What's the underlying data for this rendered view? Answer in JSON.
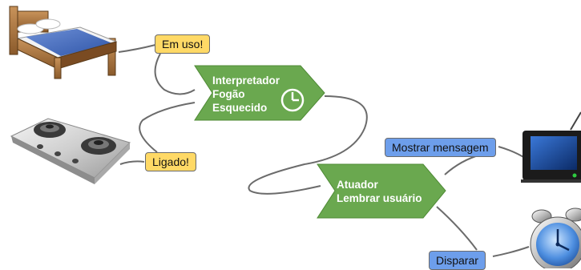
{
  "labels": {
    "in_use": "Em uso!",
    "on": "Ligado!",
    "show_message": "Mostrar mensagem",
    "trigger": "Disparar"
  },
  "processes": {
    "interpreter": {
      "line1": "Interpretador",
      "line2": "Fogão",
      "line3": "Esquecido",
      "icon": "clock-icon"
    },
    "actuator": {
      "line1": "Atuador",
      "line2": "Lembrar usuário"
    }
  },
  "devices": [
    "bed-icon",
    "stove-icon",
    "tv-icon",
    "alarm-clock-icon"
  ],
  "colors": {
    "process_fill": "#6aa84f",
    "label_yellow": "#ffd966",
    "label_blue": "#6d9eeb",
    "connector": "#6b6b6b"
  }
}
